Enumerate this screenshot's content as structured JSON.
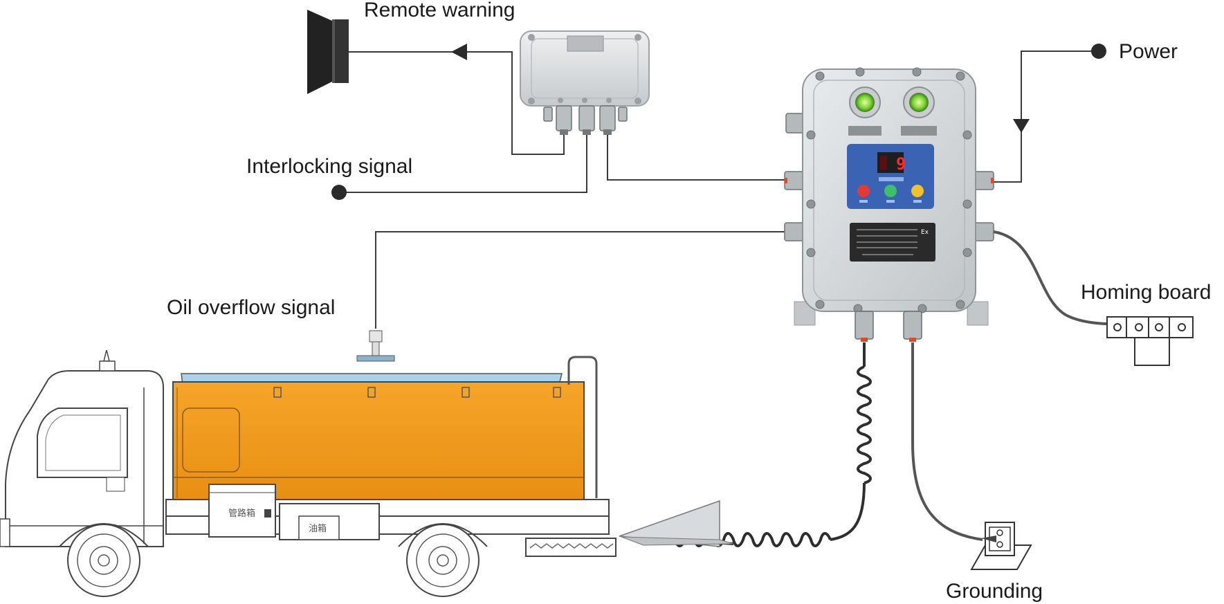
{
  "labels": {
    "remote_warning": "Remote warning",
    "power": "Power",
    "interlocking_signal": "Interlocking signal",
    "oil_overflow_signal": "Oil overflow signal",
    "homing_board": "Homing board",
    "grounding": "Grounding"
  },
  "truck": {
    "pipe_box": "管路箱",
    "oil_box": "油箱"
  },
  "controller": {
    "display_digit": "9",
    "nameplate_mark": "Ex"
  },
  "colors": {
    "tank_orange": "#f29b1c",
    "tank_top_blue": "#a9d3ea",
    "panel_blue": "#3a63b4",
    "indicator_green": "#7fd43a",
    "button_red": "#e53935",
    "button_green": "#3fbf6a",
    "button_yellow": "#f2c12e",
    "enclosure_gray": "#d4d8da",
    "line_dark": "#3a3a3a"
  }
}
